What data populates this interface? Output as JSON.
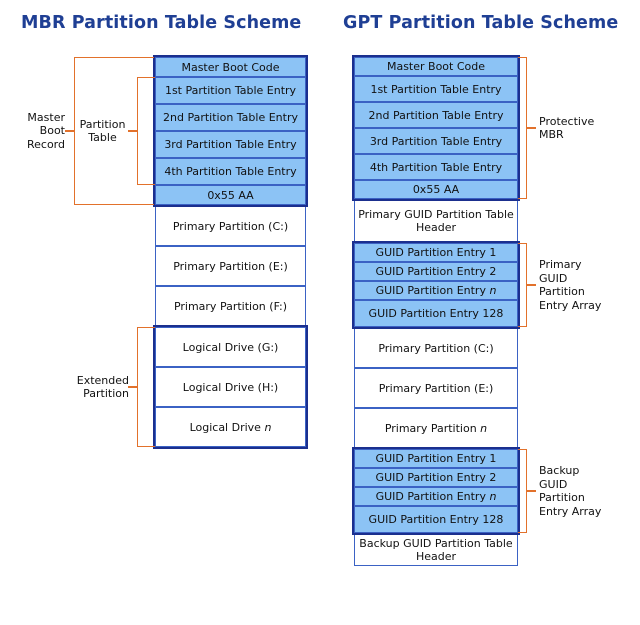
{
  "titles": {
    "mbr": "MBR Partition Table Scheme",
    "gpt": "GPT Partition Table Scheme"
  },
  "colors": {
    "title": "#1F3F94",
    "box_fill": "#8CC3F5",
    "box_border": "#3B62C4",
    "group_border": "#1B2F8E",
    "bracket": "#E2712B",
    "text": "#111111",
    "background": "#FFFFFF"
  },
  "mbr": {
    "rows": [
      {
        "label": "Master Boot Code",
        "filled": true
      },
      {
        "label": "1st Partition Table Entry",
        "filled": true
      },
      {
        "label": "2nd Partition Table Entry",
        "filled": true
      },
      {
        "label": "3rd Partition Table Entry",
        "filled": true
      },
      {
        "label": "4th Partition Table Entry",
        "filled": true
      },
      {
        "label": "0x55 AA",
        "filled": true
      },
      {
        "label": "Primary Partition (C:)",
        "filled": false
      },
      {
        "label": "Primary Partition (E:)",
        "filled": false
      },
      {
        "label": "Primary Partition (F:)",
        "filled": false
      },
      {
        "label": "Logical Drive (G:)",
        "filled": false
      },
      {
        "label": "Logical Drive (H:)",
        "filled": false
      },
      {
        "label": "Logical Drive n",
        "filled": false,
        "italic_tail": "n"
      }
    ],
    "brackets": [
      {
        "label": "Master\nBoot\nRecord",
        "align": "right"
      },
      {
        "label": "Partition\nTable",
        "align": "center"
      },
      {
        "label": "Extended\nPartition",
        "align": "right"
      }
    ]
  },
  "gpt": {
    "rows": [
      {
        "label": "Master Boot Code",
        "filled": true
      },
      {
        "label": "1st Partition Table Entry",
        "filled": true
      },
      {
        "label": "2nd Partition Table Entry",
        "filled": true
      },
      {
        "label": "3rd Partition Table Entry",
        "filled": true
      },
      {
        "label": "4th Partition Table Entry",
        "filled": true
      },
      {
        "label": "0x55 AA",
        "filled": true
      },
      {
        "label": "Primary GUID Partition Table Header",
        "filled": false
      },
      {
        "label": "GUID Partition Entry 1",
        "filled": true
      },
      {
        "label": "GUID Partition Entry 2",
        "filled": true
      },
      {
        "label": "GUID Partition Entry n",
        "filled": true,
        "italic_tail": "n"
      },
      {
        "label": "GUID Partition Entry 128",
        "filled": true
      },
      {
        "label": "Primary Partition (C:)",
        "filled": false
      },
      {
        "label": "Primary Partition (E:)",
        "filled": false
      },
      {
        "label": "Primary Partition n",
        "filled": false,
        "italic_tail": "n"
      },
      {
        "label": "GUID Partition Entry 1",
        "filled": true
      },
      {
        "label": "GUID Partition Entry 2",
        "filled": true
      },
      {
        "label": "GUID Partition Entry n",
        "filled": true,
        "italic_tail": "n"
      },
      {
        "label": "GUID Partition Entry 128",
        "filled": true
      },
      {
        "label": "Backup GUID Partition Table Header",
        "filled": false
      }
    ],
    "brackets": [
      {
        "label": "Protective\nMBR",
        "align": "left"
      },
      {
        "label": "Primary\nGUID\nPartition\nEntry Array",
        "align": "left"
      },
      {
        "label": "Backup\nGUID\nPartition\nEntry Array",
        "align": "left"
      }
    ]
  }
}
